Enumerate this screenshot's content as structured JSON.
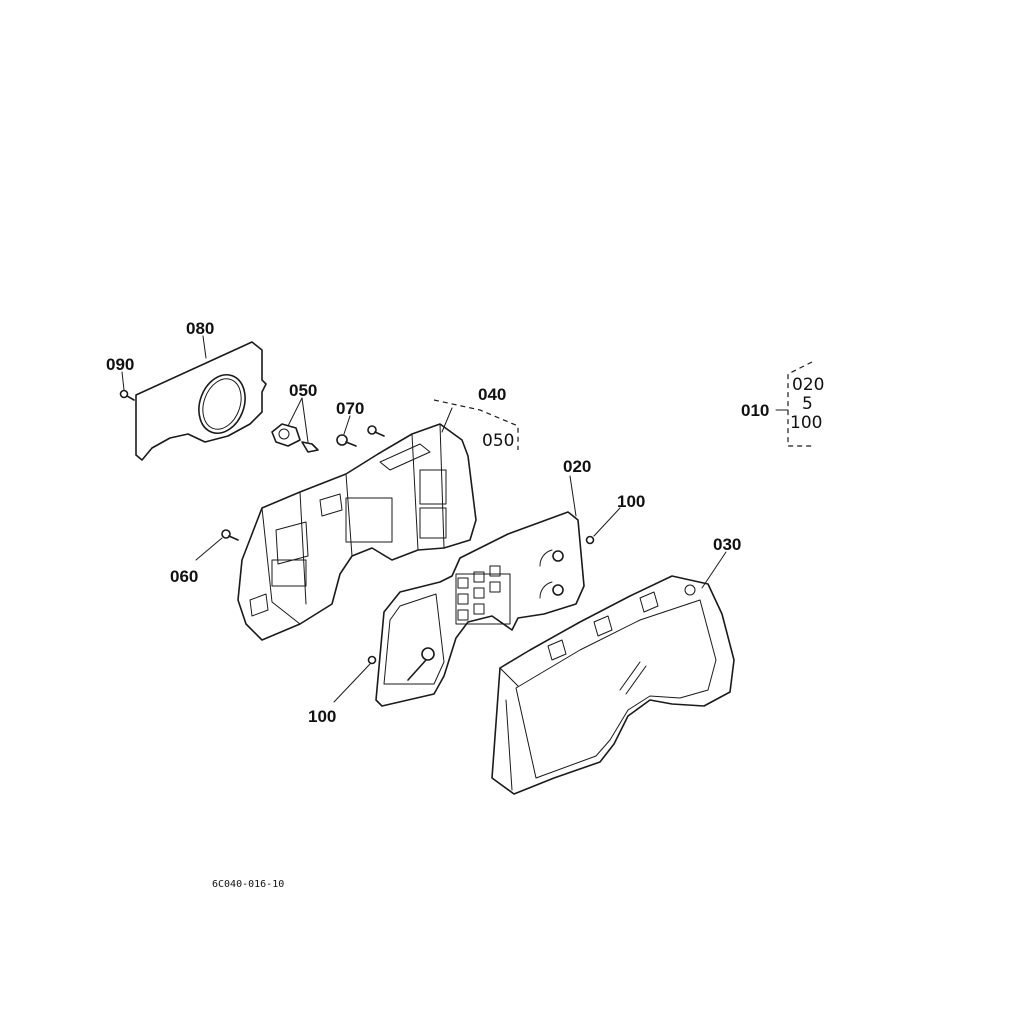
{
  "callouts": {
    "c080": "080",
    "c090": "090",
    "c050": "050",
    "c070": "070",
    "c040": "040",
    "c040_sub": "050",
    "c020": "020",
    "c100_right": "100",
    "c030": "030",
    "c060": "060",
    "c100_left": "100",
    "c010": "010",
    "c010_range_top": "020",
    "c010_range_mid": "5",
    "c010_range_bottom": "100"
  },
  "drawing_number": "6C040-016-10"
}
